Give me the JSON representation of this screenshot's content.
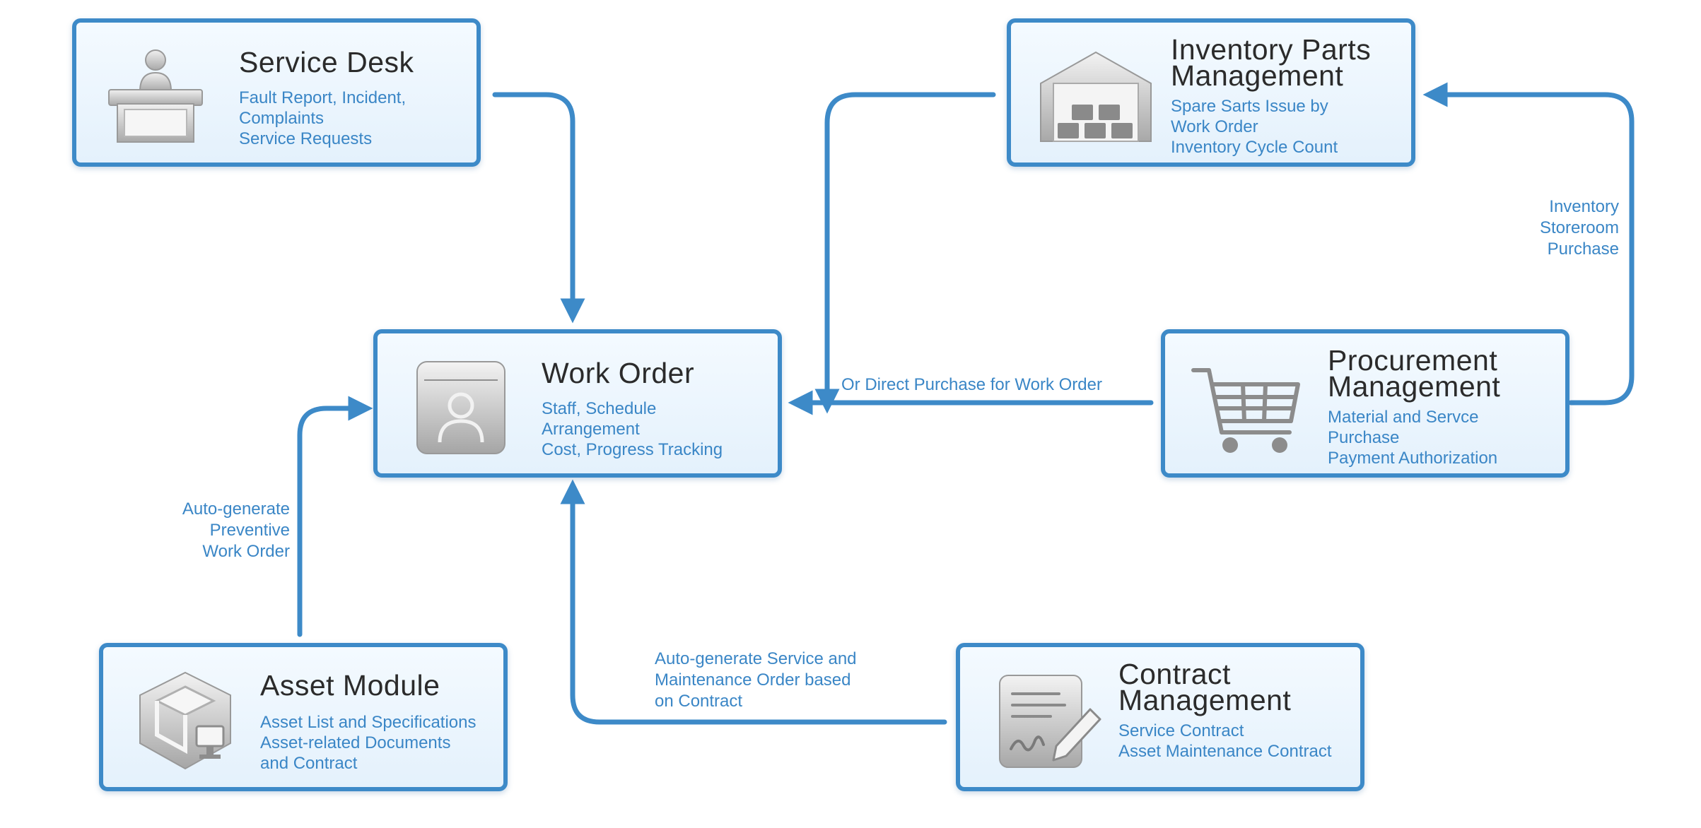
{
  "nodes": {
    "service_desk": {
      "title": [
        "Service Desk"
      ],
      "desc": [
        "Fault Report, Incident,",
        "Complaints",
        "Service Requests"
      ]
    },
    "work_order": {
      "title": [
        "Work Order"
      ],
      "desc": [
        "Staff, Schedule",
        "Arrangement",
        "Cost, Progress Tracking"
      ]
    },
    "inventory": {
      "title": [
        "Inventory Parts",
        "Management"
      ],
      "desc": [
        "Spare Sarts Issue by",
        "Work Order",
        "Inventory Cycle Count"
      ]
    },
    "procurement": {
      "title": [
        "Procurement",
        "Management"
      ],
      "desc": [
        "Material and Servce",
        "Purchase",
        "Payment Authorization"
      ]
    },
    "asset": {
      "title": [
        "Asset Module"
      ],
      "desc": [
        "Asset List and Specifications",
        "Asset-related Documents",
        "and Contract"
      ]
    },
    "contract": {
      "title": [
        "Contract",
        "Management"
      ],
      "desc": [
        "Service Contract",
        "Asset Maintenance Contract"
      ]
    }
  },
  "labels": {
    "inventory_purchase": [
      "Inventory",
      "Storeroom",
      "Purchase"
    ],
    "direct_purchase": [
      "Or Direct Purchase for Work Order"
    ],
    "preventive": [
      "Auto-generate",
      "Preventive",
      "Work Order"
    ],
    "contract_order": [
      "Auto-generate Service and",
      "Maintenance Order based",
      "on Contract"
    ]
  },
  "icons": {
    "service_desk": "reception-desk-icon",
    "work_order": "user-card-icon",
    "inventory": "warehouse-icon",
    "procurement": "shopping-cart-icon",
    "asset": "cube-computer-icon",
    "contract": "signed-document-icon"
  },
  "colors": {
    "accent": "#3d8ac8",
    "text_blue": "#3a86c6",
    "title": "#2b2b2b"
  }
}
